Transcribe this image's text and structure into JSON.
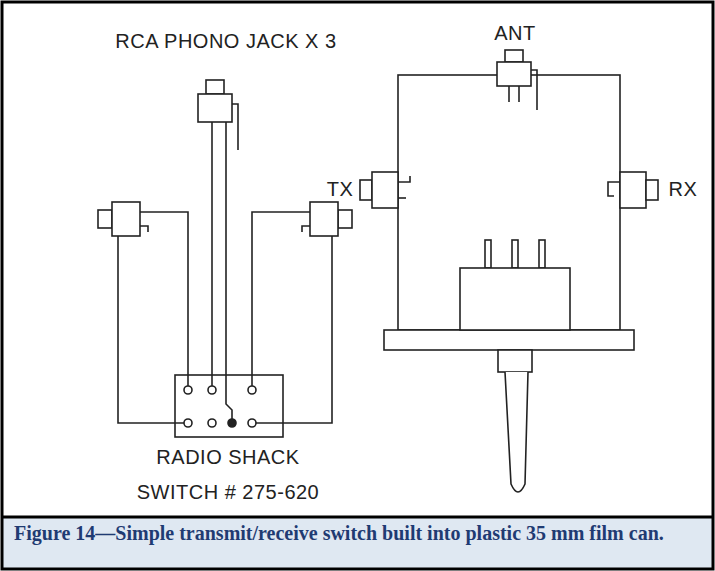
{
  "diagram": {
    "caption": "Figure 14—Simple transmit/receive switch built into plastic 35 mm film can.",
    "labels": [
      "RCA PHONO JACK X 3",
      "ANT",
      "TX",
      "RX",
      "RADIO SHACK SWITCH # 275-620"
    ]
  }
}
